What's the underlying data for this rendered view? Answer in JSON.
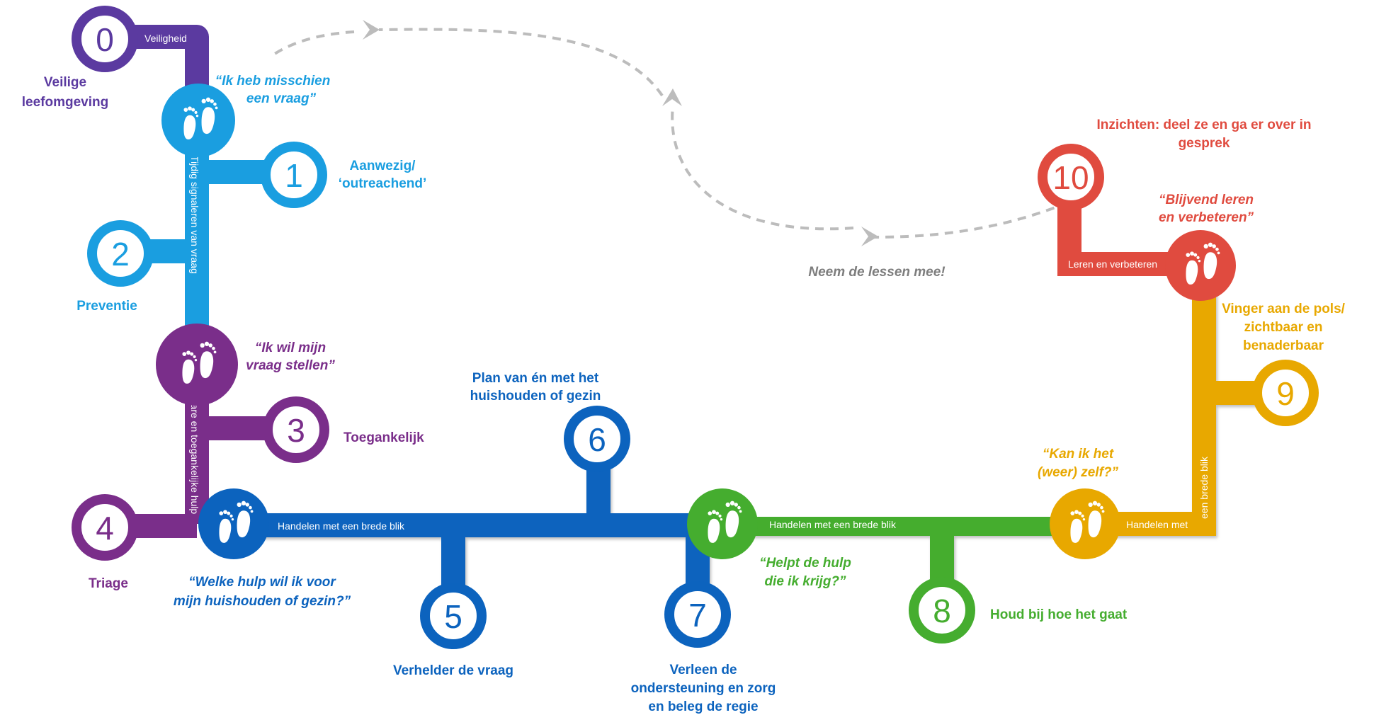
{
  "colors": {
    "purple_dark": "#5b3aa0",
    "blue_light": "#1a9ee0",
    "purple": "#7a2e8a",
    "blue": "#0c63be",
    "green": "#45ad2f",
    "yellow": "#e8a800",
    "red": "#e04b3f",
    "gray_dashed": "#bcbcbc"
  },
  "steps": {
    "s0": {
      "number": "0",
      "label_line1": "Veilige",
      "label_line2": "leefomgeving",
      "band": "Veiligheid"
    },
    "s1": {
      "number": "1",
      "label_line1": "Aanwezig/",
      "label_line2": "‘outreachend’"
    },
    "s2": {
      "number": "2",
      "label": "Preventie"
    },
    "s3": {
      "number": "3",
      "label": "Toegankelijk"
    },
    "s4": {
      "number": "4",
      "label": "Triage"
    },
    "s5": {
      "number": "5",
      "label": "Verhelder de vraag"
    },
    "s6": {
      "number": "6",
      "label_line1": "Plan van én met het",
      "label_line2": "huishouden of gezin"
    },
    "s7": {
      "number": "7",
      "label_line1": "Verleen de",
      "label_line2": "ondersteuning en zorg",
      "label_line3": "en beleg de regie"
    },
    "s8": {
      "number": "8",
      "label": "Houd bij hoe het gaat"
    },
    "s9": {
      "number": "9",
      "label_line1": "Vinger aan de pols/",
      "label_line2": "zichtbaar en",
      "label_line3": "benaderbaar"
    },
    "s10": {
      "number": "10",
      "label_line1": "Inzichten: deel ze en ga er over in",
      "label_line2": "gesprek"
    }
  },
  "quotes": {
    "q1": {
      "line1": "“Ik heb misschien",
      "line2": "een vraag”"
    },
    "q2": {
      "line1": "“Ik wil mijn",
      "line2": "vraag stellen”"
    },
    "q3": {
      "line1": "“Welke hulp wil ik voor",
      "line2": "mijn huishouden of gezin?”"
    },
    "q4": {
      "line1": "“Helpt de hulp",
      "line2": "die ik krijg?”"
    },
    "q5": {
      "line1": "“Kan ik het",
      "line2": "(weer) zelf?”"
    },
    "q6": {
      "line1": "“Blijvend leren",
      "line2": "en verbeteren”"
    }
  },
  "bands": {
    "signal": "Tijdig signaleren van vraag",
    "access": "Vindbare en toegankelijke hulp",
    "act_blue": "Handelen met een brede blik",
    "act_green": "Handelen met een brede blik",
    "act_yellow_h": "Handelen met",
    "act_yellow_v": "een brede blik",
    "learn": "Leren en verbeteren"
  },
  "return_note": "Neem de lessen mee!",
  "icons": {
    "footprints": "footprints-icon",
    "arrow": "dashed-arrow-icon"
  }
}
